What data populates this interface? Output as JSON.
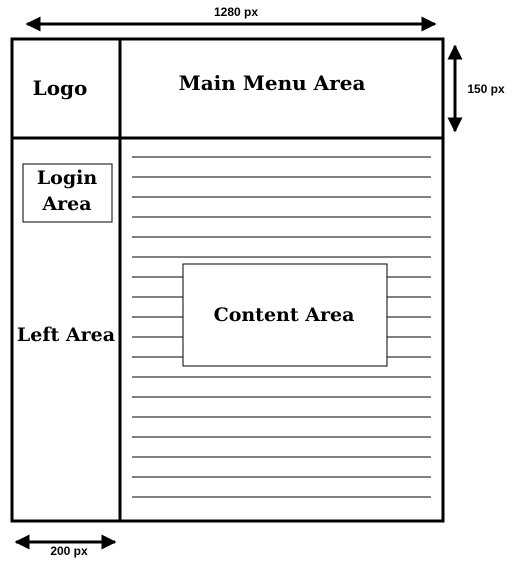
{
  "dimensions": {
    "width_label": "1280 px",
    "height_label": "150 px",
    "sidebar_width_label": "200 px"
  },
  "regions": {
    "logo": "Logo",
    "main_menu": "Main Menu Area",
    "login_line1": "Login",
    "login_line2": "Area",
    "left_area": "Left Area",
    "content_area": "Content Area"
  },
  "colors": {
    "stroke": "#000000",
    "background": "#ffffff"
  }
}
